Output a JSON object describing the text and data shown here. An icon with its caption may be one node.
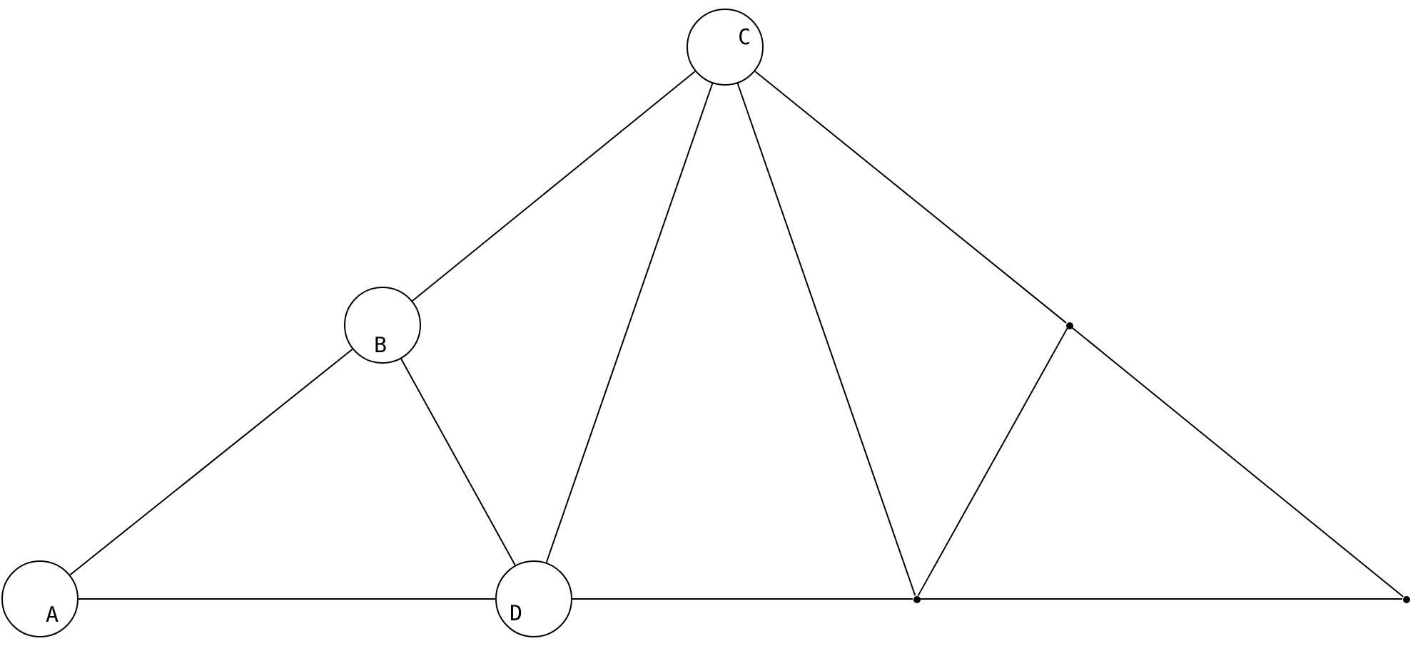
{
  "diagram": {
    "nodes": [
      {
        "text": [
          "A"
        ]
      },
      {
        "text": [
          "B"
        ]
      },
      {
        "text": [
          "C"
        ]
      },
      {
        "text": [
          "D"
        ]
      },
      {
        "text": [],
        "shape": "joint"
      },
      {
        "text": [],
        "shape": "joint"
      },
      {
        "text": [],
        "shape": "joint"
      }
    ],
    "edges": [
      {
        "from": 0,
        "to": 1,
        "arrow": "none"
      },
      {
        "from": 1,
        "to": 2,
        "arrow": "none"
      },
      {
        "from": 2,
        "to": 5,
        "arrow": "none"
      },
      {
        "from": 5,
        "to": 6,
        "arrow": "none"
      },
      {
        "from": 0,
        "to": 3,
        "arrow": "none"
      },
      {
        "from": 3,
        "to": 4,
        "arrow": "none"
      },
      {
        "from": 4,
        "to": 6,
        "arrow": "none"
      },
      {
        "from": 1,
        "to": 3,
        "arrow": "none"
      },
      {
        "from": 3,
        "to": 2,
        "arrow": "none"
      },
      {
        "from": 2,
        "to": 4,
        "arrow": "none"
      },
      {
        "from": 4,
        "to": 5,
        "arrow": "none"
      }
    ]
  }
}
